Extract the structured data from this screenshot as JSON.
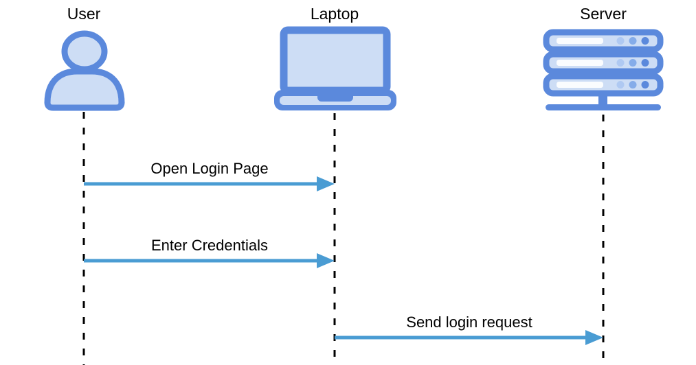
{
  "diagram": {
    "type": "sequence-diagram",
    "actors": [
      {
        "name": "User",
        "icon": "person-icon"
      },
      {
        "name": "Laptop",
        "icon": "laptop-icon"
      },
      {
        "name": "Server",
        "icon": "server-icon"
      }
    ],
    "messages": [
      {
        "label": "Open Login Page",
        "from": "User",
        "to": "Laptop"
      },
      {
        "label": "Enter Credentials",
        "from": "User",
        "to": "Laptop"
      },
      {
        "label": "Send login request",
        "from": "Laptop",
        "to": "Server"
      }
    ],
    "colors": {
      "icon_stroke": "#5B89DC",
      "icon_fill": "#CDDDF5",
      "server_slot": "#FAFCFE",
      "server_dot_light": "#AFC9F2",
      "server_dot_medium": "#85ACE9",
      "server_dot_dark": "#5B89DC",
      "arrow": "#4A9CD3",
      "lifeline": "#000000",
      "text": "#000000",
      "background": "#FFFFFF"
    }
  }
}
